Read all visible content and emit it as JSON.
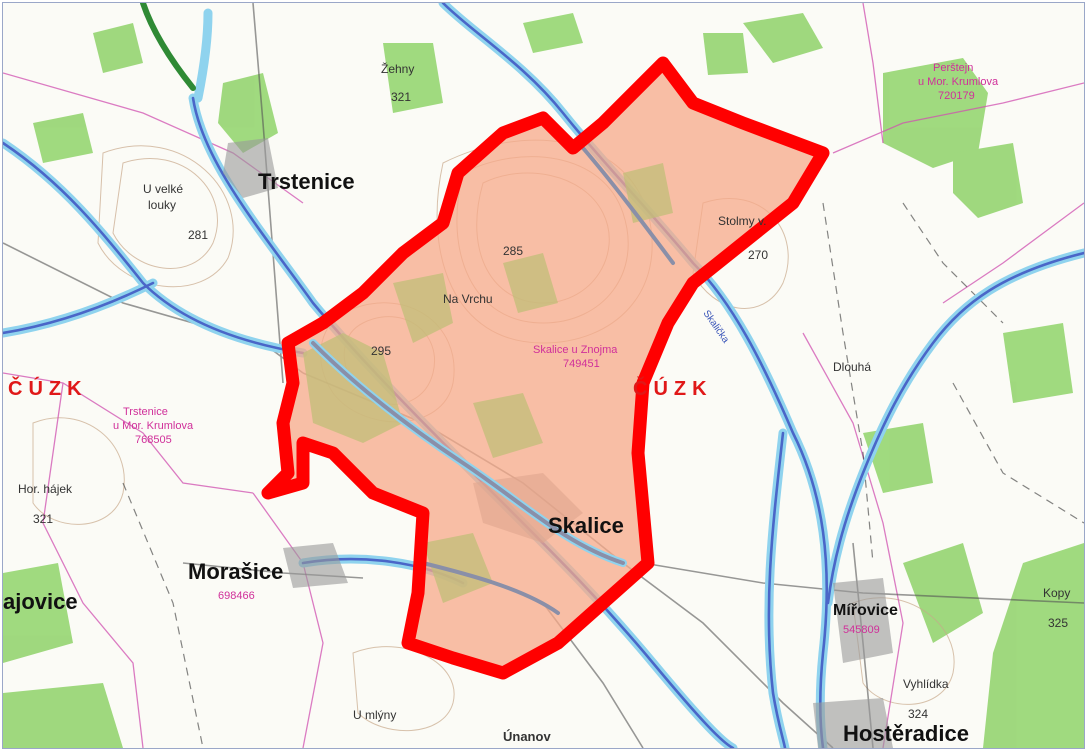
{
  "map": {
    "towns": {
      "trstenice": "Trstenice",
      "skalice": "Skalice",
      "morasice": "Morašice",
      "mitovice": "Mířovice",
      "hosteradice": "Hostěradice",
      "jajovice": "ajovice",
      "ultimo": "Únanov"
    },
    "places": {
      "u_velke_louky": "U velké",
      "u_velke_louky2": "louky",
      "hor_hajek": "Hor. hájek",
      "na_vrtchu": "Na Vrchu",
      "dlouha": "Dlouhá",
      "zehny": "Žehny",
      "stolmy": "Stolmy v.",
      "vyhlidka": "Vyhlídka",
      "kopy": "Kopy",
      "u_mlyny": "U mlýny"
    },
    "heights": {
      "h1": "321",
      "h2": "281",
      "h3": "285",
      "h4": "295",
      "h5": "270",
      "h6": "321",
      "h7": "324",
      "h8": "325"
    },
    "cadastral": {
      "trstenice_mor": "Trstenice",
      "trstenice_mor2": "u Mor. Krumlova",
      "trstenice_mor3": "768505",
      "skalice_znojma": "Skalice u Znojma",
      "skalice_znojma2": "749451",
      "pernstejn": "Perštejn",
      "pernstejn2": "u Mor. Krumlova",
      "pernstejn3": "720179",
      "morasice_code": "698466",
      "mitovice_code": "545809"
    },
    "cuzk_left": "ČÚZK",
    "cuzk_center": "ČÚZK",
    "river_label": "Skalička",
    "colors": {
      "boundary": "#ff0000",
      "area_fill": "#f7b39a",
      "river": "#8fd3ee",
      "river_core": "#4a66c8",
      "forest": "#8fd36a",
      "scrub": "#c9c98a",
      "contour": "#b08a6a",
      "cadastral": "#d050b0"
    }
  }
}
